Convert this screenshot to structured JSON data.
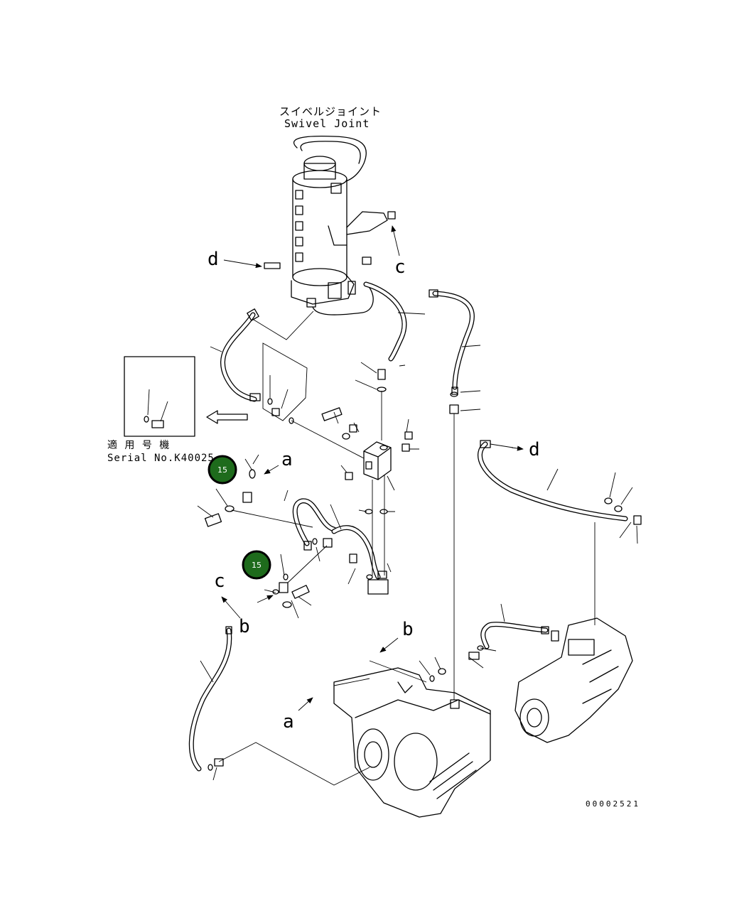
{
  "swivel_joint": {
    "label_jp": "スイベルジョイント",
    "label_en": "Swivel Joint"
  },
  "serial": {
    "label_jp": "適 用 号 機",
    "label_en": "Serial No.K40025~"
  },
  "arrow_labels": {
    "a1": "a",
    "a2": "a",
    "b1": "b",
    "b2": "b",
    "c1": "c",
    "c2": "c",
    "d1": "d",
    "d2": "d"
  },
  "callouts": [
    {
      "number": "15"
    },
    {
      "number": "15"
    }
  ],
  "illustration_code": "00002521",
  "colors": {
    "callout_fill": "#1e6b1c",
    "callout_text": "#ffffff",
    "line": "#000000"
  }
}
